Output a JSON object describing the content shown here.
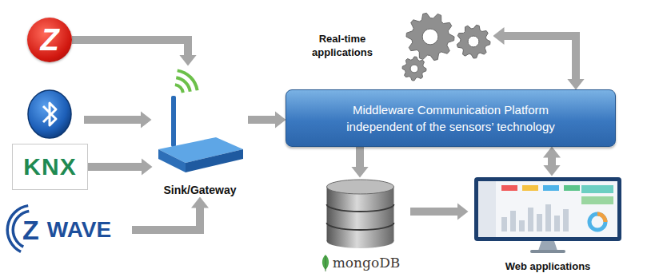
{
  "diagram": {
    "nodes": [
      {
        "text": [
          "Z"
        ]
      },
      {
        "text": [
          "KNX"
        ]
      },
      {
        "text": [
          "Z",
          "WAVE"
        ]
      },
      {
        "text": [
          "Sink/Gateway"
        ]
      },
      {
        "text": [
          "Real-time applications"
        ]
      },
      {
        "text": [
          "Middleware Communication Platform independent of the sensors’ technology"
        ]
      },
      {
        "text": [
          "mongoDB"
        ]
      },
      {
        "text": [
          "Web applications"
        ]
      }
    ],
    "edges": [
      {
        "from": 0,
        "to": 3,
        "arrow": "to"
      },
      {
        "from": 1,
        "to": 3,
        "arrow": "to"
      },
      {
        "from": 2,
        "to": 3,
        "arrow": "to"
      },
      {
        "from": 3,
        "to": 5,
        "arrow": "to"
      },
      {
        "from": 5,
        "to": 4,
        "arrow": "both"
      },
      {
        "from": 5,
        "to": 6,
        "arrow": "to"
      },
      {
        "from": 6,
        "to": 7,
        "arrow": "to"
      },
      {
        "from": 5,
        "to": 7,
        "arrow": "both"
      }
    ]
  }
}
